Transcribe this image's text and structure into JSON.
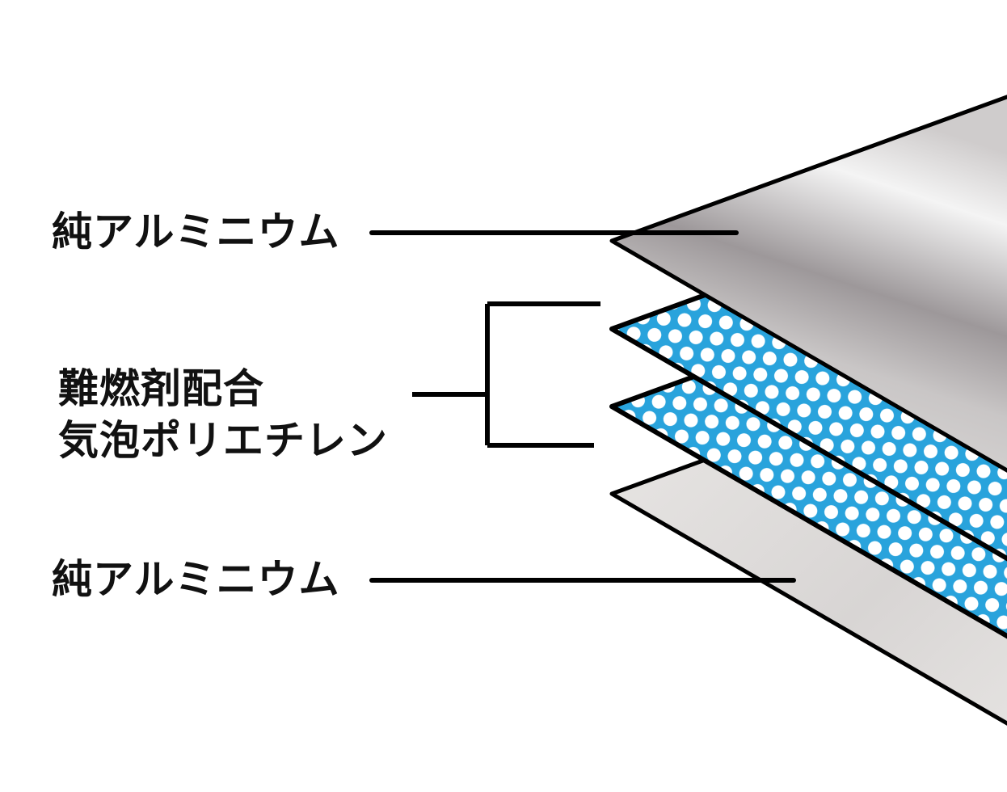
{
  "labels": {
    "top_layer": "純アルミニウム",
    "core_line1": "難燃剤配合",
    "core_line2": "気泡ポリエチレン",
    "bottom_layer": "純アルミニウム"
  },
  "colors": {
    "foam_blue": "#29a3dc",
    "outline": "#000000",
    "silver_light": "#ebe9e7",
    "silver_dark": "#9d989a"
  }
}
